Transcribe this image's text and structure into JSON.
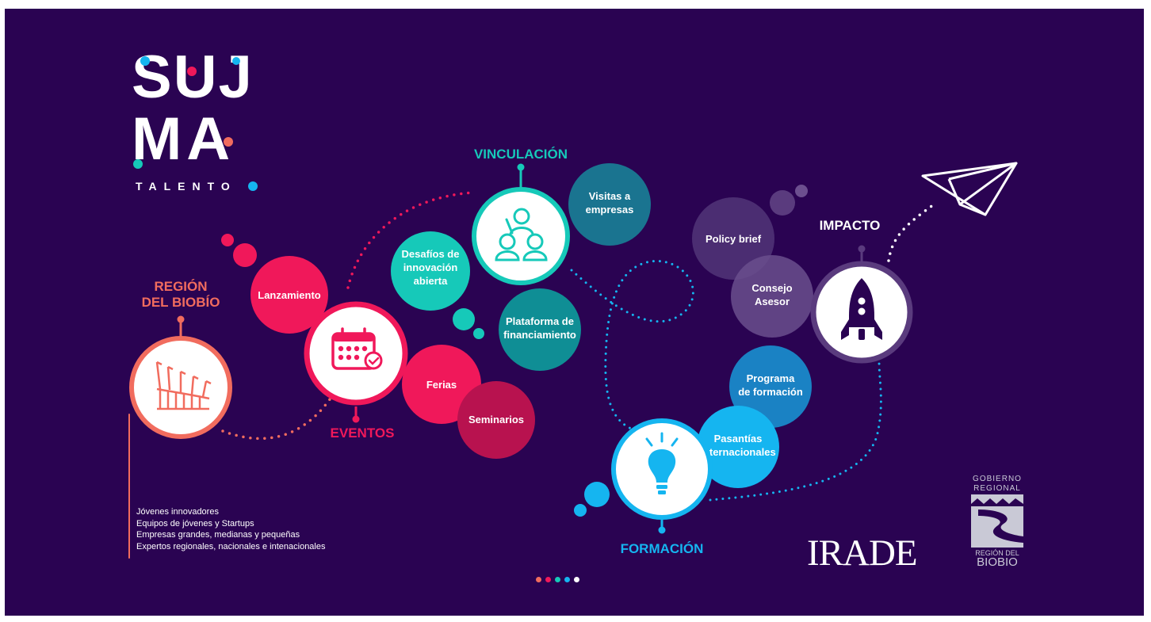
{
  "logo": {
    "row1": "SUJ",
    "row2": "MA",
    "tagline": "TALENTO"
  },
  "nodes": {
    "region": {
      "title_line1": "REGIÓN",
      "title_line2": "DEL BIOBÍO",
      "color": "#f16c5e"
    },
    "eventos": {
      "title": "EVENTOS",
      "color": "#f0185a"
    },
    "vinculacion": {
      "title": "VINCULACIÓN",
      "color": "#16c9b9"
    },
    "formacion": {
      "title": "FORMACIÓN",
      "color": "#15b5f0"
    },
    "impacto": {
      "title": "IMPACTO",
      "color": "#ffffff"
    }
  },
  "bubbles": {
    "lanzamiento": "Lanzamiento",
    "ferias": "Ferias",
    "seminarios": "Seminarios",
    "desafios": [
      "Desafíos de",
      "innovación",
      "abierta"
    ],
    "visitas": [
      "Visitas a",
      "empresas"
    ],
    "plataforma": [
      "Plataforma de",
      "financiamiento"
    ],
    "policy": "Policy brief",
    "consejo": [
      "Consejo",
      "Asesor"
    ],
    "programa": [
      "Programa",
      "de formación"
    ],
    "pasantias": [
      "Pasantías",
      "internacionales"
    ]
  },
  "audience": [
    "Jóvenes innovadores",
    "Equipos de jóvenes y Startups",
    "Empresas grandes, medianas y pequeñas",
    "Expertos regionales, nacionales e intenacionales"
  ],
  "partners": {
    "irade": "IRADE",
    "gobierno": [
      "GOBIERNO",
      "REGIONAL"
    ],
    "region_small": "REGIÓN DEL",
    "biobio": "BIOBIO"
  },
  "pagination": {
    "colors": [
      "#f16c5e",
      "#f0185a",
      "#16c9b9",
      "#15b5f0",
      "#ffffff"
    ],
    "active_index": 4
  },
  "colors": {
    "background": "#2a0352",
    "coral": "#f16c5e",
    "pink": "#f0185a",
    "magenta": "#b8124f",
    "teal": "#16c9b9",
    "dark_teal": "#0f8e95",
    "steel": "#1a7490",
    "cyan": "#15b5f0",
    "blue": "#1a82c4",
    "lavender": "#5a3b7e"
  }
}
